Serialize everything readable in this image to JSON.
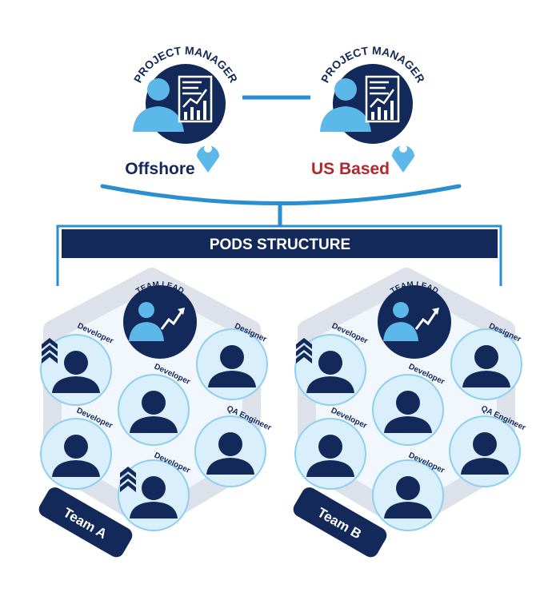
{
  "project_managers": {
    "offshore": {
      "title": "PROJECT MANAGER",
      "location": "Offshore"
    },
    "us": {
      "title": "PROJECT MANAGER",
      "location": "US Based"
    }
  },
  "pods_banner": "PODS STRUCTURE",
  "teams": [
    {
      "name": "Team A",
      "lead": "TEAM LEAD",
      "members": [
        {
          "role": "Developer",
          "senior": true
        },
        {
          "role": "Designer",
          "senior": false
        },
        {
          "role": "Developer",
          "senior": false
        },
        {
          "role": "Developer",
          "senior": false
        },
        {
          "role": "QA Engineer",
          "senior": false
        },
        {
          "role": "Developer",
          "senior": true
        }
      ]
    },
    {
      "name": "Team B",
      "lead": "TEAM LEAD",
      "members": [
        {
          "role": "Developer",
          "senior": true
        },
        {
          "role": "Designer",
          "senior": false
        },
        {
          "role": "Developer",
          "senior": false
        },
        {
          "role": "Developer",
          "senior": false
        },
        {
          "role": "QA Engineer",
          "senior": false
        },
        {
          "role": "Developer",
          "senior": false
        }
      ]
    }
  ],
  "colors": {
    "navy": "#13295A",
    "blue": "#2A8FD0",
    "light_blue": "#5BB8E8",
    "circle_fill": "#D9EFFB",
    "circle_stroke": "#8FCFF0",
    "hex_outer": "#DDE1EA",
    "hex_inner": "#F1F7FC",
    "red": "#B0272D"
  }
}
